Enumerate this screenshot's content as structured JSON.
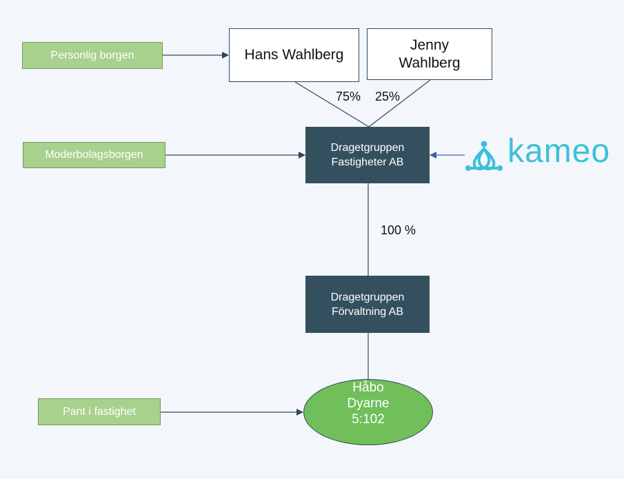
{
  "owners": {
    "hans": "Hans Wahlberg",
    "jenny": "Jenny Wahlberg"
  },
  "ownership": {
    "hans_pct": "75%",
    "jenny_pct": "25%",
    "subsidiary_pct": "100 %"
  },
  "companies": {
    "parent": "Dragetgruppen Fastigheter AB",
    "subsidiary": "Dragetgruppen Förvaltning AB"
  },
  "property": {
    "line1": "Håbo",
    "line2": "Dyarne",
    "line3": "5:102"
  },
  "securities": {
    "personal_guarantee": "Personlig borgen",
    "parent_guarantee": "Moderbolagsborgen",
    "property_pledge": "Pant i fastighet"
  },
  "logo": {
    "text": "kameo",
    "color": "#3cc0d8",
    "icon": "kameo-logo-icon"
  },
  "colors": {
    "security_box": "#a9d18e",
    "company_box": "#34505f",
    "property": "#70bf5a",
    "arrow": "#2f4858"
  }
}
